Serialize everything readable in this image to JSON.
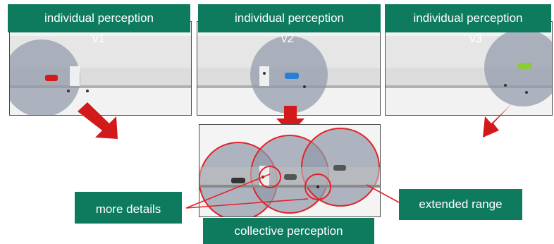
{
  "panels": [
    {
      "title": "individual perception",
      "vehicle": "v1",
      "car_color": "#d61a1a"
    },
    {
      "title": "individual perception",
      "vehicle": "v2",
      "car_color": "#2a7fd4"
    },
    {
      "title": "individual perception",
      "vehicle": "v3",
      "car_color": "#8acb3a"
    }
  ],
  "labels": {
    "collective": "collective perception",
    "more_details": "more details",
    "extended_range": "extended range"
  },
  "colors": {
    "label_bg": "#0e7b5f",
    "arrow": "#d21a1a",
    "circle_outline": "#e0242a",
    "sensor_circle": "#8f98a8"
  }
}
